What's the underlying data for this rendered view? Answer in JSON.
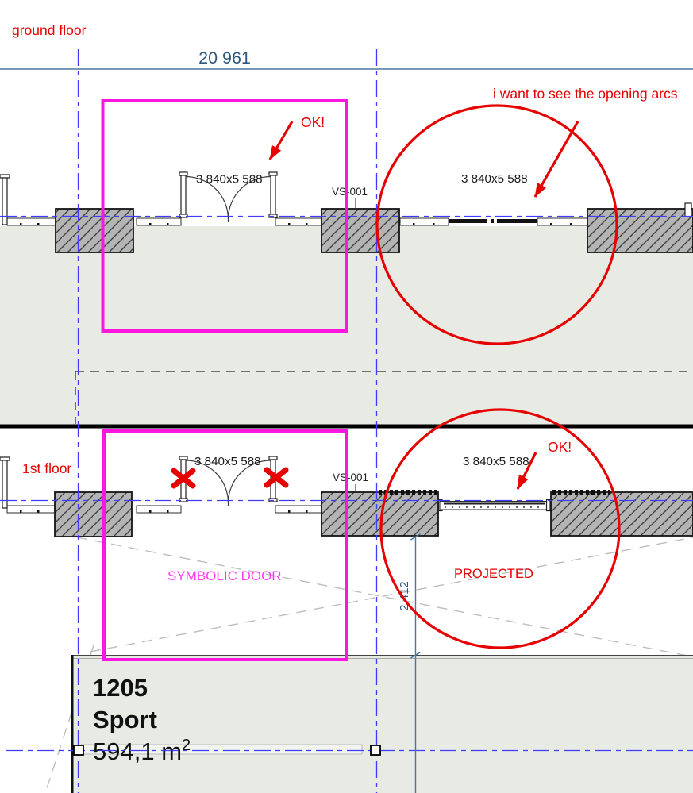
{
  "colors": {
    "annotation_red": "#e60000",
    "magenta": "#fb17e0",
    "magenta_text": "#ff3cf0",
    "axis_blue": "#3d3dff",
    "dim_blue_line": "#4a76a3",
    "dim_blue_text": "#2f567c",
    "zone_fill": "#e7ebe4"
  },
  "header": {
    "ground_floor_label": "ground floor",
    "total_width_dim": "20 961"
  },
  "ground_floor": {
    "door_label_left": "3 840x5 588",
    "door_label_right": "3 840x5 588",
    "vs_label": "VS-001",
    "ok_label": "OK!",
    "note": "i want to see the opening arcs"
  },
  "first_floor": {
    "label": "1st floor",
    "door_label_left": "3 840x5 588",
    "door_label_right": "3 840x5 588",
    "vs_label": "VS-001",
    "ok_label": "OK!",
    "projected_label": "PROJECTED",
    "symbolic_door_label": "SYMBOLIC DOOR",
    "height_dim": "2 412"
  },
  "room": {
    "number": "1205",
    "name": "Sport",
    "area": "594,1 m",
    "area_sup": "2"
  }
}
